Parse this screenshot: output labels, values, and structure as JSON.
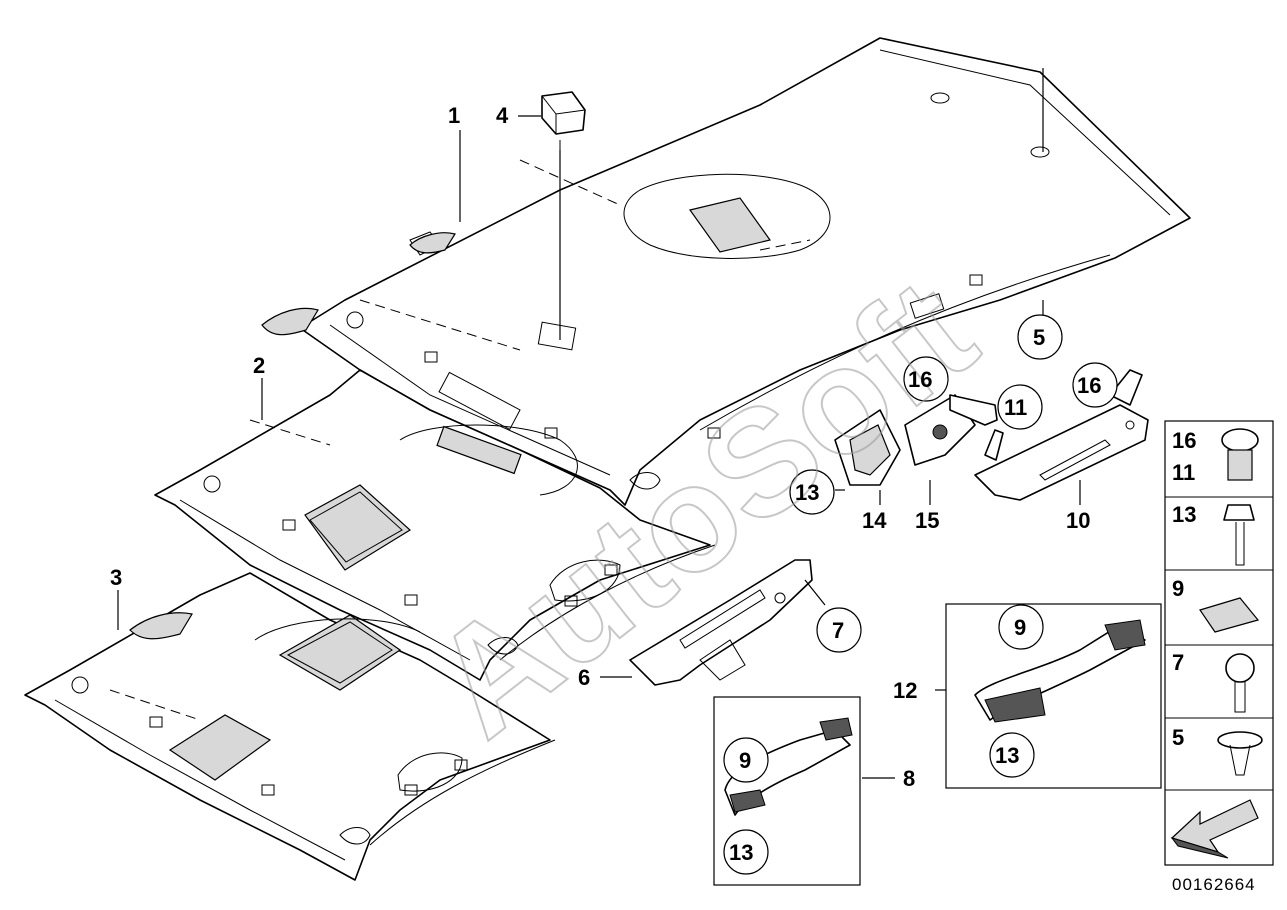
{
  "diagram": {
    "part_numbers": {
      "p1": "1",
      "p2": "2",
      "p3": "3",
      "p4": "4",
      "p5": "5",
      "p6": "6",
      "p7": "7",
      "p8": "8",
      "p10": "10",
      "p11": "11",
      "p12": "12",
      "p13": "13",
      "p14": "14",
      "p15": "15",
      "p16": "16",
      "p9": "9"
    },
    "side_panel": {
      "items": [
        "16",
        "11",
        "13",
        "9",
        "7",
        "5"
      ]
    },
    "drawing_code": "00162664",
    "watermark": "AutoSoft"
  }
}
